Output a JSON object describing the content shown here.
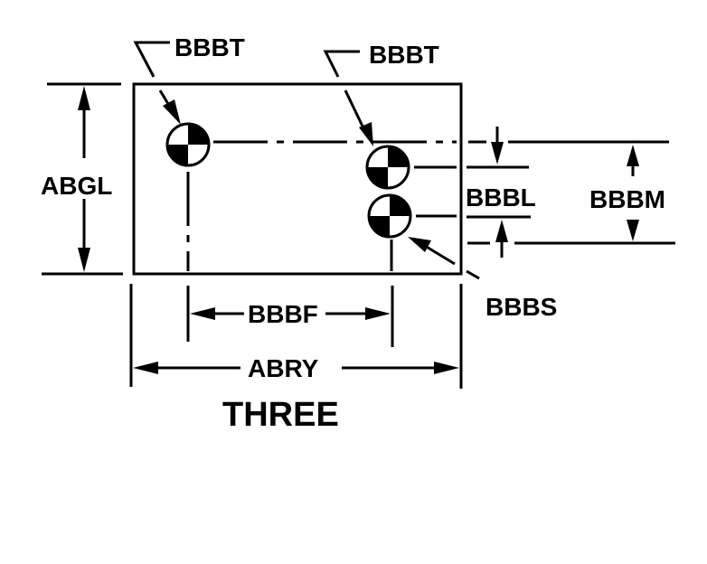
{
  "diagram": {
    "title": "THREE",
    "labels": {
      "hole_callout_left": "BBBT",
      "hole_callout_right": "BBBT",
      "overall_height": "ABGL",
      "hole_spacing_vertical": "BBBL",
      "outer_vertical_dimension": "BBBM",
      "hole_side_callout": "BBBS",
      "hole_spacing_horizontal": "BBBF",
      "overall_width": "ABRY"
    },
    "hole_count": 3,
    "colors": {
      "ink": "#000000",
      "background": "#ffffff"
    }
  }
}
